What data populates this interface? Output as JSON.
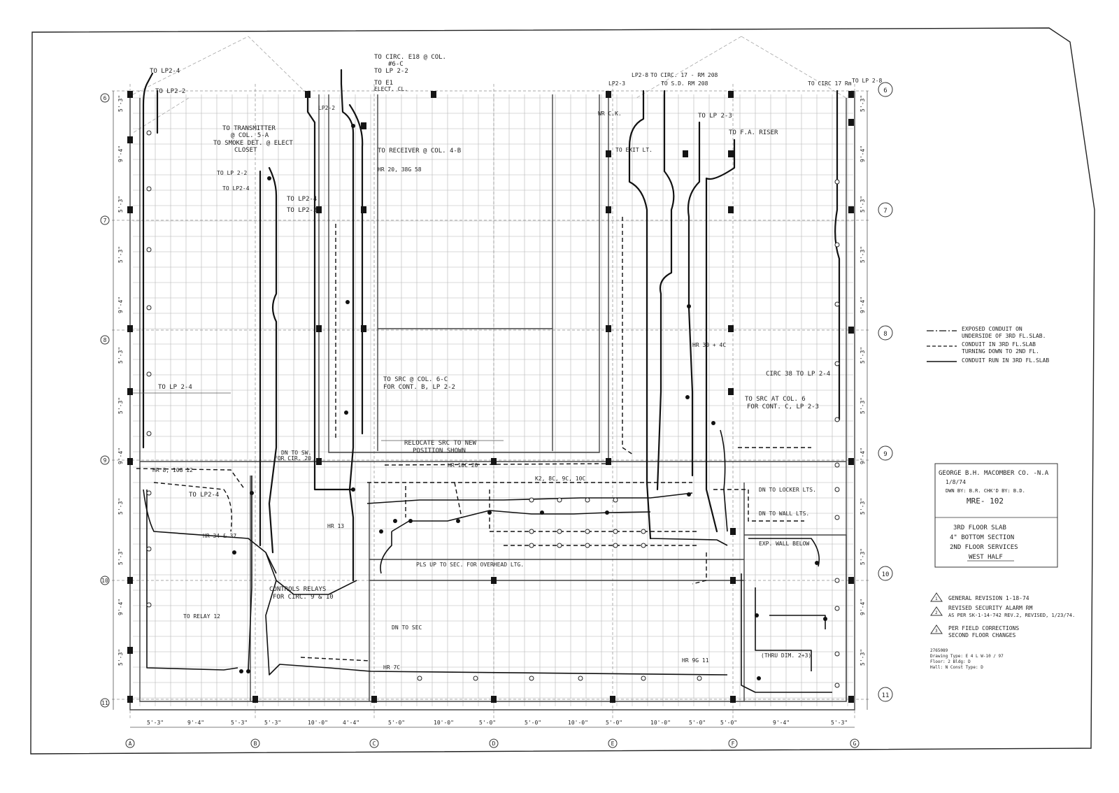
{
  "title_block": {
    "line1": "GEORGE B.H. MACOMBER CO. -N.A",
    "line2": "1/8/74",
    "line3": "DWN BY: B.R.   CHK'D BY: B.D.",
    "drawing_no": "MRE- 102",
    "desc1": "3RD FLOOR SLAB",
    "desc2": "4\" BOTTOM SECTION",
    "desc3": "2ND FLOOR SERVICES",
    "desc4": "WEST HALF"
  },
  "legend": [
    {
      "label": "EXPOSED CONDUIT ON",
      "label2": "UNDERSIDE OF 3RD FL.SLAB.",
      "style": "dashdot"
    },
    {
      "label": "CONDUIT IN 3RD FL.SLAB",
      "label2": "TURNING DOWN TO 2ND FL.",
      "style": "dashed"
    },
    {
      "label": "CONDUIT RUN IN 3RD FL.SLAB",
      "label2": "",
      "style": "solid"
    }
  ],
  "revisions": [
    {
      "mark": "1",
      "line1": "GENERAL REVISION 1-18-74",
      "line2": ""
    },
    {
      "mark": "2",
      "line1": "REVISED SECURITY ALARM RM",
      "line2": "AS PER SK-1-14-742 REV.2, REVISED, 1/23/74."
    },
    {
      "mark": "3",
      "line1": "PER FIELD CORRECTIONS",
      "line2": "SECOND FLOOR CHANGES"
    }
  ],
  "stamp": {
    "line1": "2765089",
    "line2": "Drawing Type: E 4  L  W-10 / 97",
    "line3": "Floor: 2   Bldg: D",
    "line4": "Hall: N    Const Type: D"
  },
  "row_bubbles_left": [
    "6",
    "7",
    "8",
    "9",
    "10",
    "11"
  ],
  "row_bubbles_right": [
    "6",
    "7",
    "8",
    "9",
    "10",
    "11"
  ],
  "col_bubbles_bottom": [
    "A",
    "B",
    "C",
    "D",
    "E",
    "F",
    "G"
  ],
  "bottom_dims": [
    "5'-3\"",
    "9'-4\"",
    "5'-3\"",
    "5'-3\"",
    "10'-0\"",
    "4'-4\"",
    "5'-0\"",
    "10'-0\"",
    "5'-0\"",
    "5'-0\"",
    "10'-0\"",
    "5'-0\"",
    "10'-0\"",
    "5'-0\"",
    "5'-0\"",
    "9'-4\"",
    "5'-3\""
  ],
  "left_dims": [
    "5'-3\"",
    "9'-4\"",
    "5'-3\"",
    "5'-3\"",
    "9'-4\"",
    "5'-3\"",
    "5'-3\"",
    "9'-4\"",
    "5'-3\"",
    "5'-3\"",
    "9'-4\"",
    "5'-3\""
  ],
  "right_dims": [
    "5'-3\"",
    "9'-4\"",
    "5'-3\"",
    "5'-3\"",
    "9'-4\"",
    "5'-3\"",
    "5'-3\"",
    "9'-4\"",
    "5'-3\"",
    "5'-3\"",
    "9'-4\"",
    "5'-3\""
  ],
  "notes": {
    "to_lp2_4_top": "TO LP2-4",
    "to_lp2_2_top": "TO LP2-2",
    "to_circ_e18": "TO CIRC. E18 @ COL.",
    "to_circ_e18b": "#6-C",
    "to_lp2_2_mid": "TO LP 2-2",
    "to_e1": "TO E1",
    "to_e1b": "ELECT. CL.",
    "lp2_2": "LP2-2",
    "to_transmitter": "TO TRANSMITTER",
    "to_transmitter_b": "@ COL. 5-A",
    "to_smoke": "TO SMOKE DET. @ ELECT",
    "to_smoke_b": "CLOSET",
    "to_receiver": "TO RECEIVER @ COL. 4-B",
    "hr_20": "HR 20, 38G 58",
    "to_lp2_2_left": "TO LP 2-2",
    "to_lp2_4_left": "TO LP2-4",
    "to_lp2_4_c": "TO LP2-4",
    "to_lp2_3_c": "TO LP2-3",
    "lp2_8_top": "LP2-8",
    "to_circ_rm208": "TO CIRC. 17 - RM 208",
    "to_sd_rm208": "TO S.D. RM 208",
    "lp2_3": "LP2-3",
    "to_lp2_3": "TO LP 2-3",
    "to_fa_riser": "TO F.A. RISER",
    "to_exit": "TO EXIT LT.",
    "wr_c": "WR C.K.",
    "to_circ_17": "TO CIRC 17 Rm",
    "to_lp2_8": "TO LP 2-8",
    "hr_30_4c": "HR 30 + 4C",
    "circ_38": "CIRC 38 TO LP 2-4",
    "to_src_col6": "TO SRC AT COL. 6",
    "to_src_col6b": "FOR CONT. C, LP 2-3",
    "to_src_6c": "TO SRC @ COL. 6-C",
    "to_src_6cb": "FOR CONT. B, LP 2-2",
    "to_lp2_4_w": "TO LP 2-4",
    "relocate": "RELOCATE SRC TO NEW",
    "relocate_b": "POSITION SHOWN",
    "hr_10c": "HR 10C 20",
    "hr_8": "HR 8, 10G 12",
    "to_lp2_4_low": "TO LP2-4",
    "hr_34": "HR 34 & 37",
    "hr_13": "HR 13",
    "hr_mid": "K2, 8C, 9C, 10C",
    "dn_locker": "DN TO LOCKER LTS.",
    "dn_wall": "DN TO WALL LTS.",
    "dn_sw": "DN TO SW.",
    "dn_sw_b": "FOR CIR. 20",
    "controls": "CONTROLS RELAYS",
    "controls_b": "FOR CIRC. 9 & 10",
    "to_relay": "TO RELAY 12",
    "pls_up": "PLS UP TO SEC. FOR OVERHEAD LTG.",
    "dn_sec": "DN TO SEC",
    "hr_7c": "HR 7C",
    "hr_9g": "HR 9G 11",
    "thru": "(THRU DIM. 2+3)",
    "exp_below": "EXP. WALL BELOW"
  }
}
